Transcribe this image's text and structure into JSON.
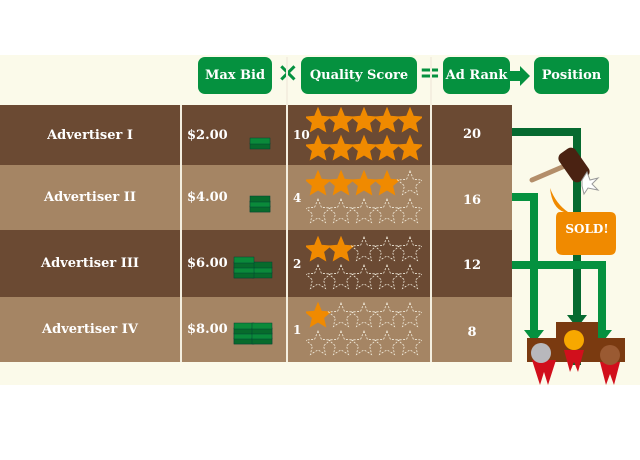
{
  "header": {
    "max_bid": "Max Bid",
    "times": "×",
    "quality_score": "Quality Score",
    "equals": "=",
    "ad_rank": "Ad Rank",
    "position": "Position"
  },
  "rows": [
    {
      "advertiser": "Advertiser I",
      "bid": "$2.00",
      "money_stacks": 1,
      "quality_score": "10",
      "stars_filled": 10,
      "ad_rank": "20"
    },
    {
      "advertiser": "Advertiser II",
      "bid": "$4.00",
      "money_stacks": 2,
      "quality_score": "4",
      "stars_filled": 4,
      "ad_rank": "16"
    },
    {
      "advertiser": "Advertiser III",
      "bid": "$6.00",
      "money_stacks": 3,
      "quality_score": "2",
      "stars_filled": 2,
      "ad_rank": "12"
    },
    {
      "advertiser": "Advertiser IV",
      "bid": "$8.00",
      "money_stacks": 4,
      "quality_score": "1",
      "stars_filled": 1,
      "ad_rank": "8"
    }
  ],
  "sold_label": "SOLD!",
  "colors": {
    "green": "#05913f",
    "dark_brown": "#6b4a33",
    "light_brown": "#a58564",
    "star": "#f08a00"
  }
}
